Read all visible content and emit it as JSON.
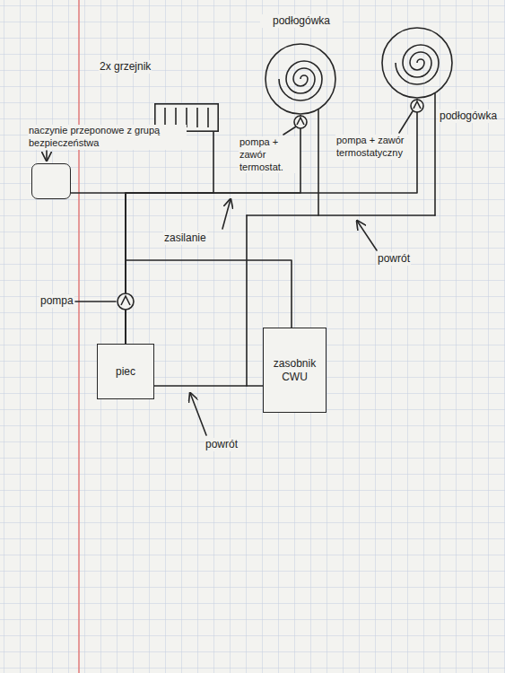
{
  "diagram": {
    "nodes": [
      {
        "text": [
          "podłogówka"
        ]
      },
      {
        "text": [
          "podłogówka"
        ]
      },
      {
        "text": [
          "2x grzejnik"
        ]
      },
      {
        "text": [
          "naczynie przeponowe z grupą bezpieczeństwa"
        ]
      },
      {
        "text": [
          "piec"
        ]
      },
      {
        "text": [
          "zasobnik CWU"
        ]
      }
    ],
    "edges": [
      {
        "from": 4,
        "to": 3,
        "arrow": "none"
      },
      {
        "from": 4,
        "to": 2,
        "arrow": "none"
      },
      {
        "from": 4,
        "to": 0,
        "arrow": "none"
      },
      {
        "from": 4,
        "to": 1,
        "arrow": "none"
      },
      {
        "from": 4,
        "to": 5,
        "arrow": "none"
      }
    ],
    "labels": [
      "pompa + zawór termostat.",
      "pompa + zawór termostatyczny",
      "zasilanie",
      "powrót",
      "pompa",
      "powrót"
    ]
  }
}
